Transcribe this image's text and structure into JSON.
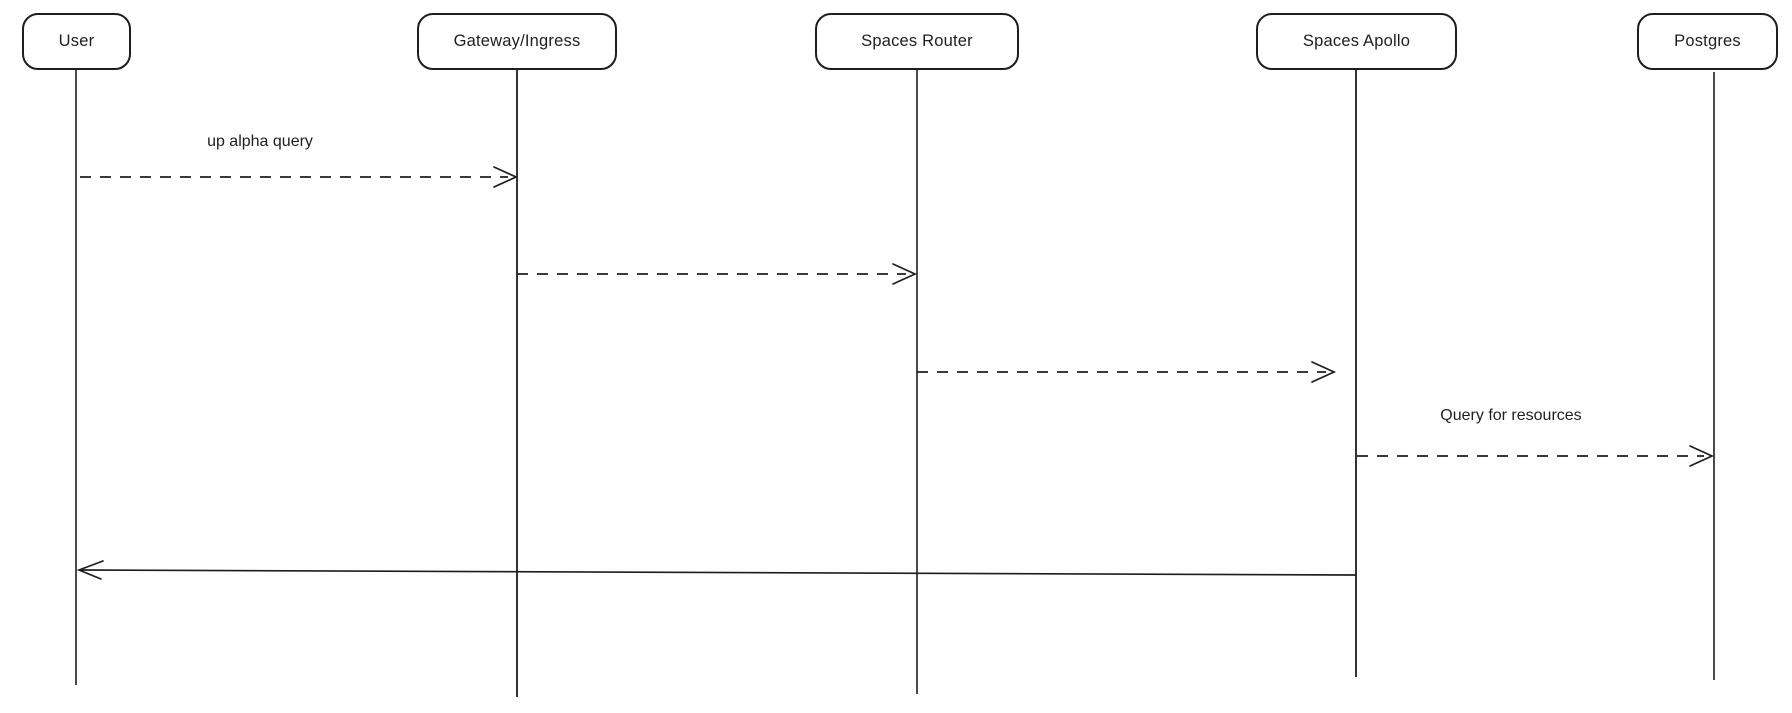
{
  "diagram": {
    "type": "sequence",
    "background_color": "#ffffff",
    "stroke_color": "#1e1e1e",
    "text_color": "#1e1e1e",
    "actors": [
      {
        "id": "user",
        "label": "User"
      },
      {
        "id": "gateway-ingress",
        "label": "Gateway/Ingress"
      },
      {
        "id": "spaces-router",
        "label": "Spaces Router"
      },
      {
        "id": "spaces-apollo",
        "label": "Spaces Apollo"
      },
      {
        "id": "postgres",
        "label": "Postgres"
      }
    ],
    "messages": [
      {
        "from": "user",
        "to": "gateway-ingress",
        "style": "dashed",
        "label": "up alpha query"
      },
      {
        "from": "gateway-ingress",
        "to": "spaces-router",
        "style": "dashed",
        "label": ""
      },
      {
        "from": "spaces-router",
        "to": "spaces-apollo",
        "style": "dashed",
        "label": ""
      },
      {
        "from": "spaces-apollo",
        "to": "postgres",
        "style": "dashed",
        "label": "Query for resources"
      },
      {
        "from": "spaces-apollo",
        "to": "user",
        "style": "solid",
        "label": ""
      }
    ]
  }
}
